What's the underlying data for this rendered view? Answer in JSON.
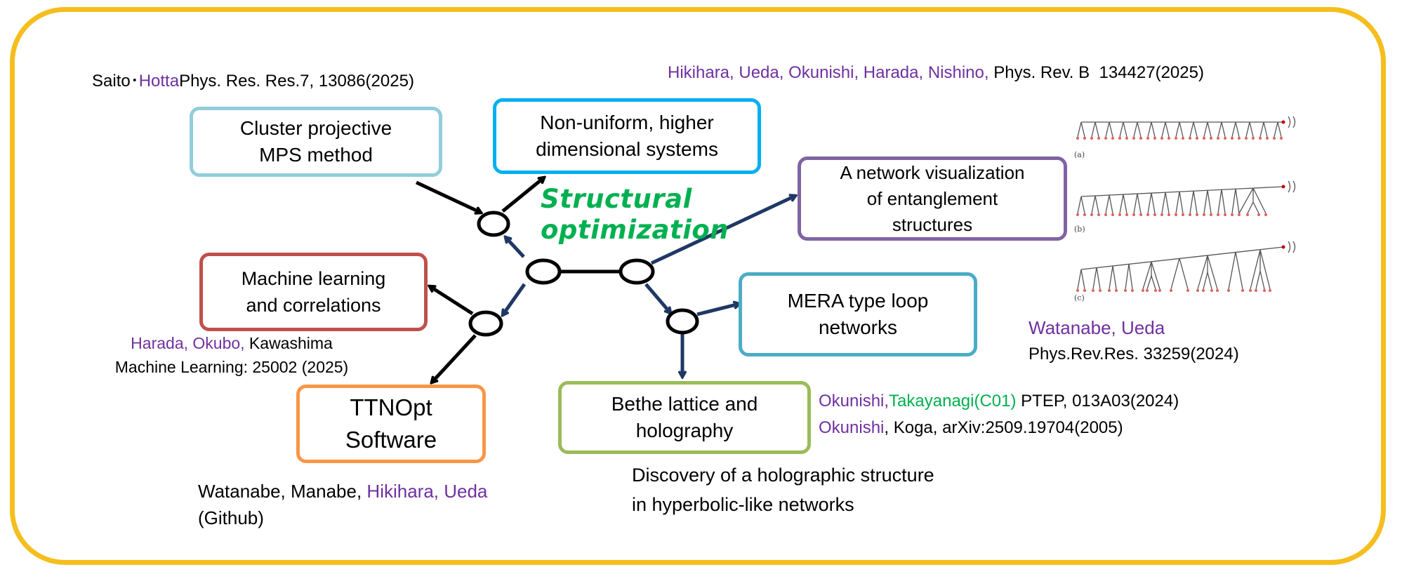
{
  "title": "Structural\noptimization",
  "boxes": {
    "cluster": "Cluster projective\nMPS method",
    "nonuniform": "Non-uniform, higher\ndimensional systems",
    "network_vis": "A network visualization\nof entanglement\nstructures",
    "machine_learning": "Machine learning\nand correlations",
    "mera": "MERA type loop\nnetworks",
    "ttnopt": "TTNOpt\nSoftware",
    "bethe": "Bethe lattice and\nholography"
  },
  "refs": {
    "saito": {
      "a": "Saito",
      "sep": "･",
      "b": "Hotta",
      "c": "Phys. Res. Res.7, 13086(2025)"
    },
    "hikihara": {
      "authors": "Hikihara, Ueda, Okunishi, Harada, Nishino,",
      "journal": " Phys. Rev. B  134427(2025)"
    },
    "harada": {
      "authors": "Harada, Okubo,",
      "rest": " Kawashima",
      "line2": "Machine Learning: 25002 (2025)"
    },
    "watanabe_ueda": {
      "authors": "Watanabe, Ueda",
      "journal": "Phys.Rev.Res. 33259(2024)"
    },
    "okunishi1": {
      "a": "Okunishi,",
      "b": "Takayanagi(C01)",
      "c": " PTEP, 013A03(2024)"
    },
    "okunishi2": {
      "a": "Okunishi",
      "b": ", Koga, arXiv:2509.19704(2005)"
    },
    "discovery": {
      "line1": "Discovery of a holographic structure",
      "line2": "in hyperbolic-like networks"
    },
    "ttnopt_authors": {
      "a": "Watanabe, Manabe, ",
      "b": "Hikihara, Ueda",
      "line2": "(Github)"
    }
  },
  "tree_labels": [
    "(a)",
    "(b)",
    "(c)"
  ],
  "colors": {
    "frame": "#F5BE1E",
    "cluster_border": "#92CDDC",
    "nonuniform_border": "#00B0F0",
    "network_border": "#8064A2",
    "ml_border": "#C0504D",
    "mera_border": "#4BACC6",
    "ttnopt_border": "#F79646",
    "bethe_border": "#9BBB59",
    "purple": "#7030A0",
    "green": "#00B050",
    "navy": "#1F3864"
  }
}
